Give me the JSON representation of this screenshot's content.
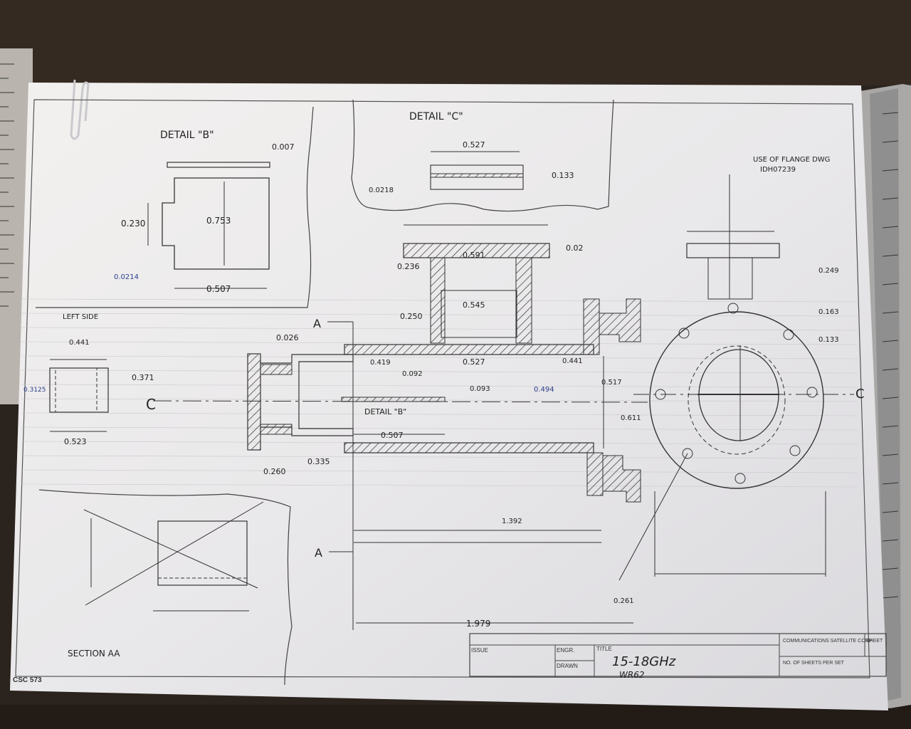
{
  "drawing": {
    "detail_b_title": "DETAIL \"B\"",
    "detail_c_title": "DETAIL \"C\"",
    "left_side": "LEFT SIDE",
    "section_aa": "SECTION AA",
    "section_marker": "A",
    "detail_b_callout": "DETAIL \"B\"",
    "note_line1": "USE OF FLANGE DWG",
    "note_line2": "IDH07239",
    "dims": {
      "b_007": "0.007",
      "b_230": "0.230",
      "b_753": "0.753",
      "b_0214": "0.0214",
      "b_507": "0.507",
      "c_527": "0.527",
      "c_133": "0.133",
      "c_0218": "0.0218",
      "f_02": "0.02",
      "f_236": "0.236",
      "f_591": "0.591",
      "f_250": "0.250",
      "f_545": "0.545",
      "m_026": "0.026",
      "m_419": "0.419",
      "m_527": "0.527",
      "m_441": "0.441",
      "m_092": "0.092",
      "m_093": "0.093",
      "m_494": "0.494",
      "m_517": "0.517",
      "m_611": "0.611",
      "m_507": "0.507",
      "m_260": "0.260",
      "m_335": "0.335",
      "m_1392": "1.392",
      "m_1979": "1.979",
      "m_261": "0.261",
      "l_441": "0.441",
      "l_371": "0.371",
      "l_523": "0.523",
      "l_3125": "0.3125",
      "r_249": "0.249",
      "r_163": "0.163",
      "r_133": "0.133"
    },
    "centerline": "C",
    "title_block": {
      "company": "COMMUNICATIONS SATELLITE CORP",
      "sheet_label": "SHEET",
      "sheets_label": "NO. OF SHEETS PER SET",
      "issue_label": "ISSUE",
      "engr_label": "ENGR.",
      "drawn_label": "DRAWN",
      "title_label": "TITLE",
      "title_value": "15-18GHz",
      "subtitle_value": "WR62",
      "form_number": "CSC 573"
    }
  }
}
